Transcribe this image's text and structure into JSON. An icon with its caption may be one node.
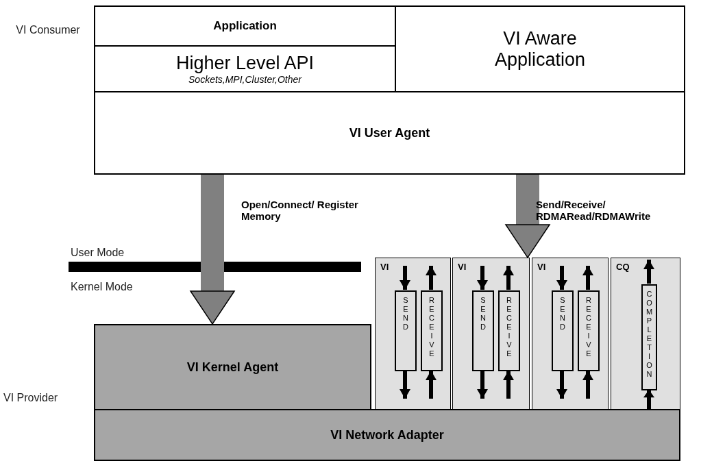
{
  "diagram": {
    "nodes": [
      {
        "text": [
          "Application"
        ]
      },
      {
        "text": [
          "Higher Level API",
          "Sockets,MPI,Cluster,Other"
        ]
      },
      {
        "text": [
          "VI Aware Application"
        ]
      },
      {
        "text": [
          "VI User Agent"
        ]
      },
      {
        "text": [
          "VI Kernel Agent"
        ]
      },
      {
        "text": [
          "VI"
        ]
      },
      {
        "text": [
          "SEND"
        ],
        "in": 5
      },
      {
        "text": [
          "RECEIVE"
        ],
        "in": 5
      },
      {
        "text": [
          "VI"
        ]
      },
      {
        "text": [
          "SEND"
        ],
        "in": 8
      },
      {
        "text": [
          "RECEIVE"
        ],
        "in": 8
      },
      {
        "text": [
          "VI"
        ]
      },
      {
        "text": [
          "SEND"
        ],
        "in": 11
      },
      {
        "text": [
          "RECEIVE"
        ],
        "in": 11
      },
      {
        "text": [
          "CQ"
        ]
      },
      {
        "text": [
          "COMPLETION"
        ],
        "in": 14
      },
      {
        "text": [
          "VI Network Adapter"
        ]
      }
    ],
    "edges": [
      {
        "from": 3,
        "to": 4,
        "arrow": "to",
        "label": "Open/Connect/ Register Memory",
        "style": "thick",
        "color": "#808080"
      },
      {
        "from": 3,
        "to": 8,
        "arrow": "to",
        "label": "Send/Receive/ RDMARead/RDMAWrite",
        "style": "thick",
        "color": "#808080"
      },
      {
        "from": null,
        "to": 6,
        "arrow": "to"
      },
      {
        "from": 6,
        "to": null,
        "arrow": "to"
      },
      {
        "from": null,
        "to": 7,
        "arrow": "to"
      },
      {
        "from": 7,
        "to": null,
        "arrow": "to"
      },
      {
        "from": null,
        "to": 9,
        "arrow": "to"
      },
      {
        "from": 9,
        "to": null,
        "arrow": "to"
      },
      {
        "from": null,
        "to": 10,
        "arrow": "to"
      },
      {
        "from": 10,
        "to": null,
        "arrow": "to"
      },
      {
        "from": null,
        "to": 12,
        "arrow": "to"
      },
      {
        "from": 12,
        "to": null,
        "arrow": "to"
      },
      {
        "from": null,
        "to": 13,
        "arrow": "to"
      },
      {
        "from": 13,
        "to": null,
        "arrow": "to"
      },
      {
        "from": 16,
        "to": 15,
        "arrow": "to"
      },
      {
        "from": 15,
        "to": null,
        "arrow": "to"
      }
    ],
    "labels": [
      "VI Consumer",
      "User Mode",
      "Kernel Mode",
      "VI Provider"
    ]
  }
}
